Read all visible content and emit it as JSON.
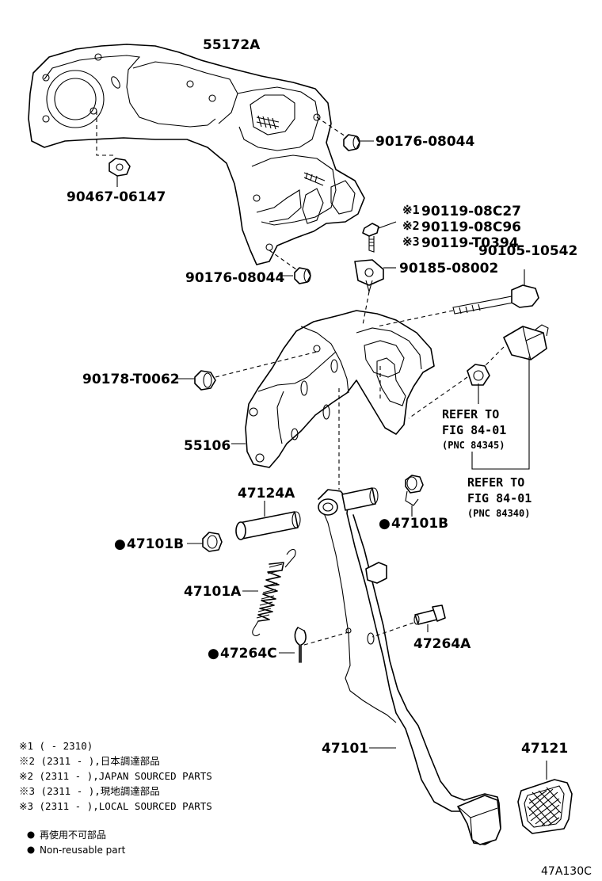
{
  "parts": {
    "p55172A": "55172A",
    "p90176_top": "90176-08044",
    "p90467": "90467-06147",
    "p90119_1": "90119-08C27",
    "p90119_2": "90119-08C96",
    "p90119_3": "90119-T0394",
    "p90105": "90105-10542",
    "p90176_bot": "90176-08044",
    "p90185": "90185-08002",
    "p90178": "90178-T0062",
    "p55106": "55106",
    "p47124A": "47124A",
    "p47101B_right": "47101B",
    "p47101B_left": "47101B",
    "p47101A": "47101A",
    "p47264C": "47264C",
    "p47264A": "47264A",
    "p47101": "47101",
    "p47121": "47121"
  },
  "marks": {
    "m1": "※1",
    "m2": "※2",
    "m3": "※3",
    "nonreusable": "●"
  },
  "references": {
    "ref1_line1": "REFER TO",
    "ref1_line2": "FIG 84-01",
    "ref1_line3": "(PNC 84345)",
    "ref2_line1": "REFER TO",
    "ref2_line2": "FIG 84-01",
    "ref2_line3": "(PNC 84340)"
  },
  "notes": [
    "※1 (     - 2310)",
    "※2 (2311 -     ),日本調達部品",
    "※2 (2311 -     ),JAPAN SOURCED PARTS",
    "※3 (2311 -     ),現地調達部品",
    "※3 (2311 -     ),LOCAL SOURCED PARTS"
  ],
  "legend": {
    "line1": "再使用不可部品",
    "line2": "Non-reusable part"
  },
  "figure_code": "47A130C"
}
